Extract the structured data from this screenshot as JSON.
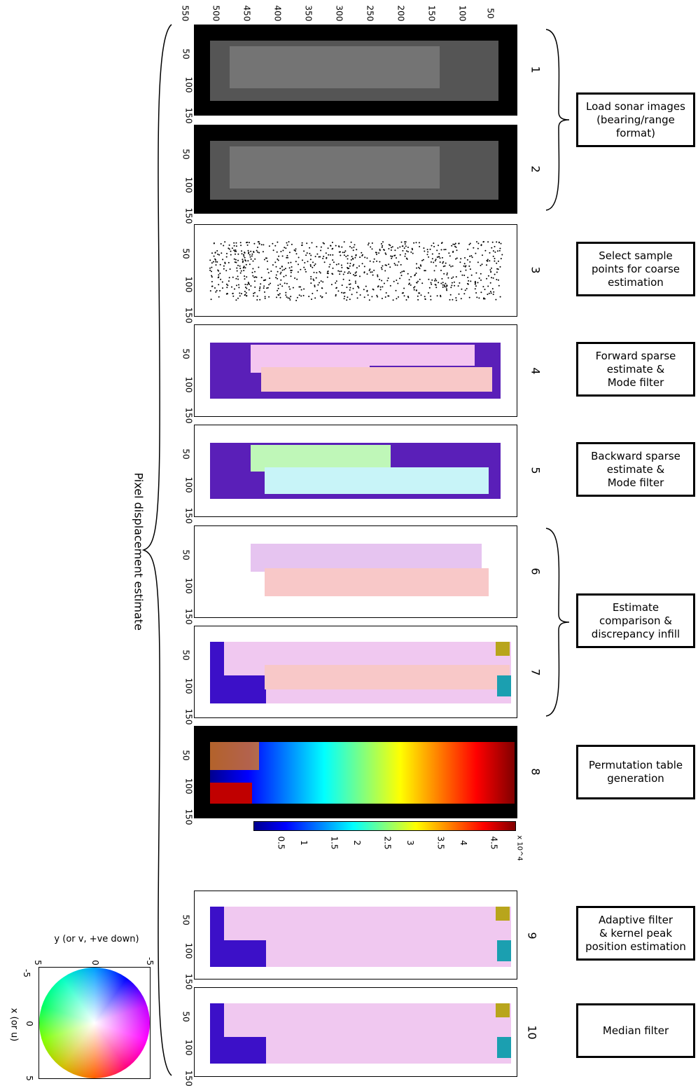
{
  "diagram": {
    "left_label": "Pixel displacement estimate",
    "top_axis_ticks": [
      "550",
      "500",
      "450",
      "400",
      "350",
      "300",
      "250",
      "200",
      "150",
      "100",
      "50"
    ],
    "panel_axis_ticks": [
      "50",
      "100",
      "150"
    ],
    "step_numbers": [
      "1",
      "2",
      "3",
      "4",
      "5",
      "6",
      "7",
      "8",
      "9",
      "10"
    ],
    "boxes": [
      {
        "lines": [
          "Load sonar images",
          "(bearing/range",
          "format)"
        ]
      },
      {
        "lines": [
          "Select sample",
          "points for coarse",
          "estimation"
        ]
      },
      {
        "lines": [
          "Forward sparse",
          "estimate &",
          "Mode filter"
        ]
      },
      {
        "lines": [
          "Backward sparse",
          "estimate &",
          "Mode filter"
        ]
      },
      {
        "lines": [
          "Estimate",
          "comparison &",
          "discrepancy infill"
        ]
      },
      {
        "lines": [
          "Permutation table",
          "generation"
        ]
      },
      {
        "lines": [
          "Adaptive filter",
          "& kernel peak",
          "position estimation"
        ]
      },
      {
        "lines": [
          "Median filter"
        ]
      }
    ],
    "colorbar": {
      "ticks": [
        "0.5",
        "1",
        "1.5",
        "2",
        "2.5",
        "3",
        "3.5",
        "4",
        "4.5"
      ],
      "exponent": "x 10^4"
    },
    "color_wheel": {
      "y_label": "y (or v, +ve down)",
      "x_label": "x (or u)",
      "y_ticks": [
        "5",
        "0",
        "-5"
      ],
      "x_ticks": [
        "-5",
        "0",
        "5"
      ]
    }
  }
}
